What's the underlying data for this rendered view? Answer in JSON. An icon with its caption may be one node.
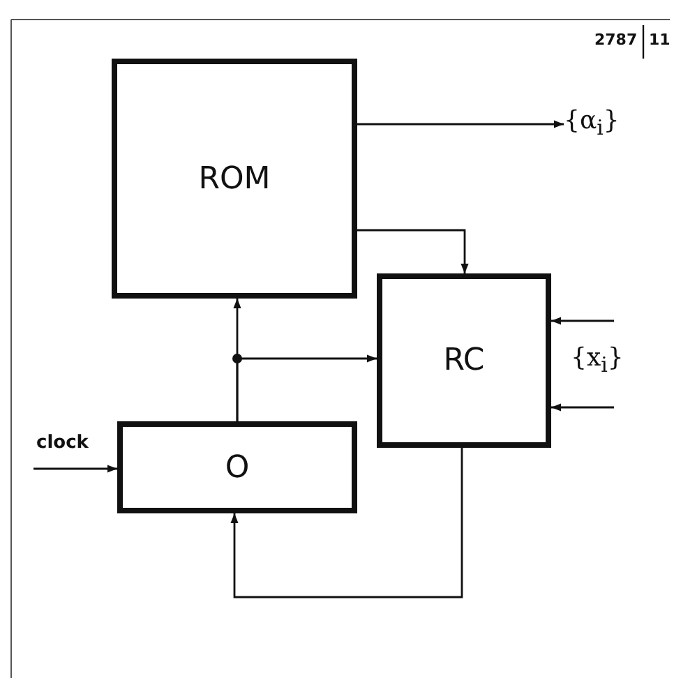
{
  "diagram": {
    "nodes": [
      {
        "text": [
          "ROM"
        ]
      },
      {
        "text": [
          "RC"
        ]
      },
      {
        "text": [
          "O"
        ]
      },
      {
        "text": [
          "{α$_{i}$}"
        ]
      }
    ],
    "edges": [
      {
        "from": 0,
        "to": 3,
        "arrow": "to"
      },
      {
        "from": 0,
        "to": 1,
        "arrow": "to"
      },
      {
        "from": 2,
        "to": 0,
        "arrow": "to"
      },
      {
        "from": 2,
        "to": 1,
        "arrow": "to"
      },
      {
        "from": 1,
        "to": 2,
        "arrow": "to"
      },
      {
        "from": null,
        "to": 2,
        "arrow": "to",
        "label": "clock"
      },
      {
        "from": null,
        "to": 1,
        "arrow": "to"
      },
      {
        "from": null,
        "to": 1,
        "arrow": "to"
      }
    ],
    "labels": [
      "2787",
      "11",
      "{x$_{i}$}"
    ]
  }
}
